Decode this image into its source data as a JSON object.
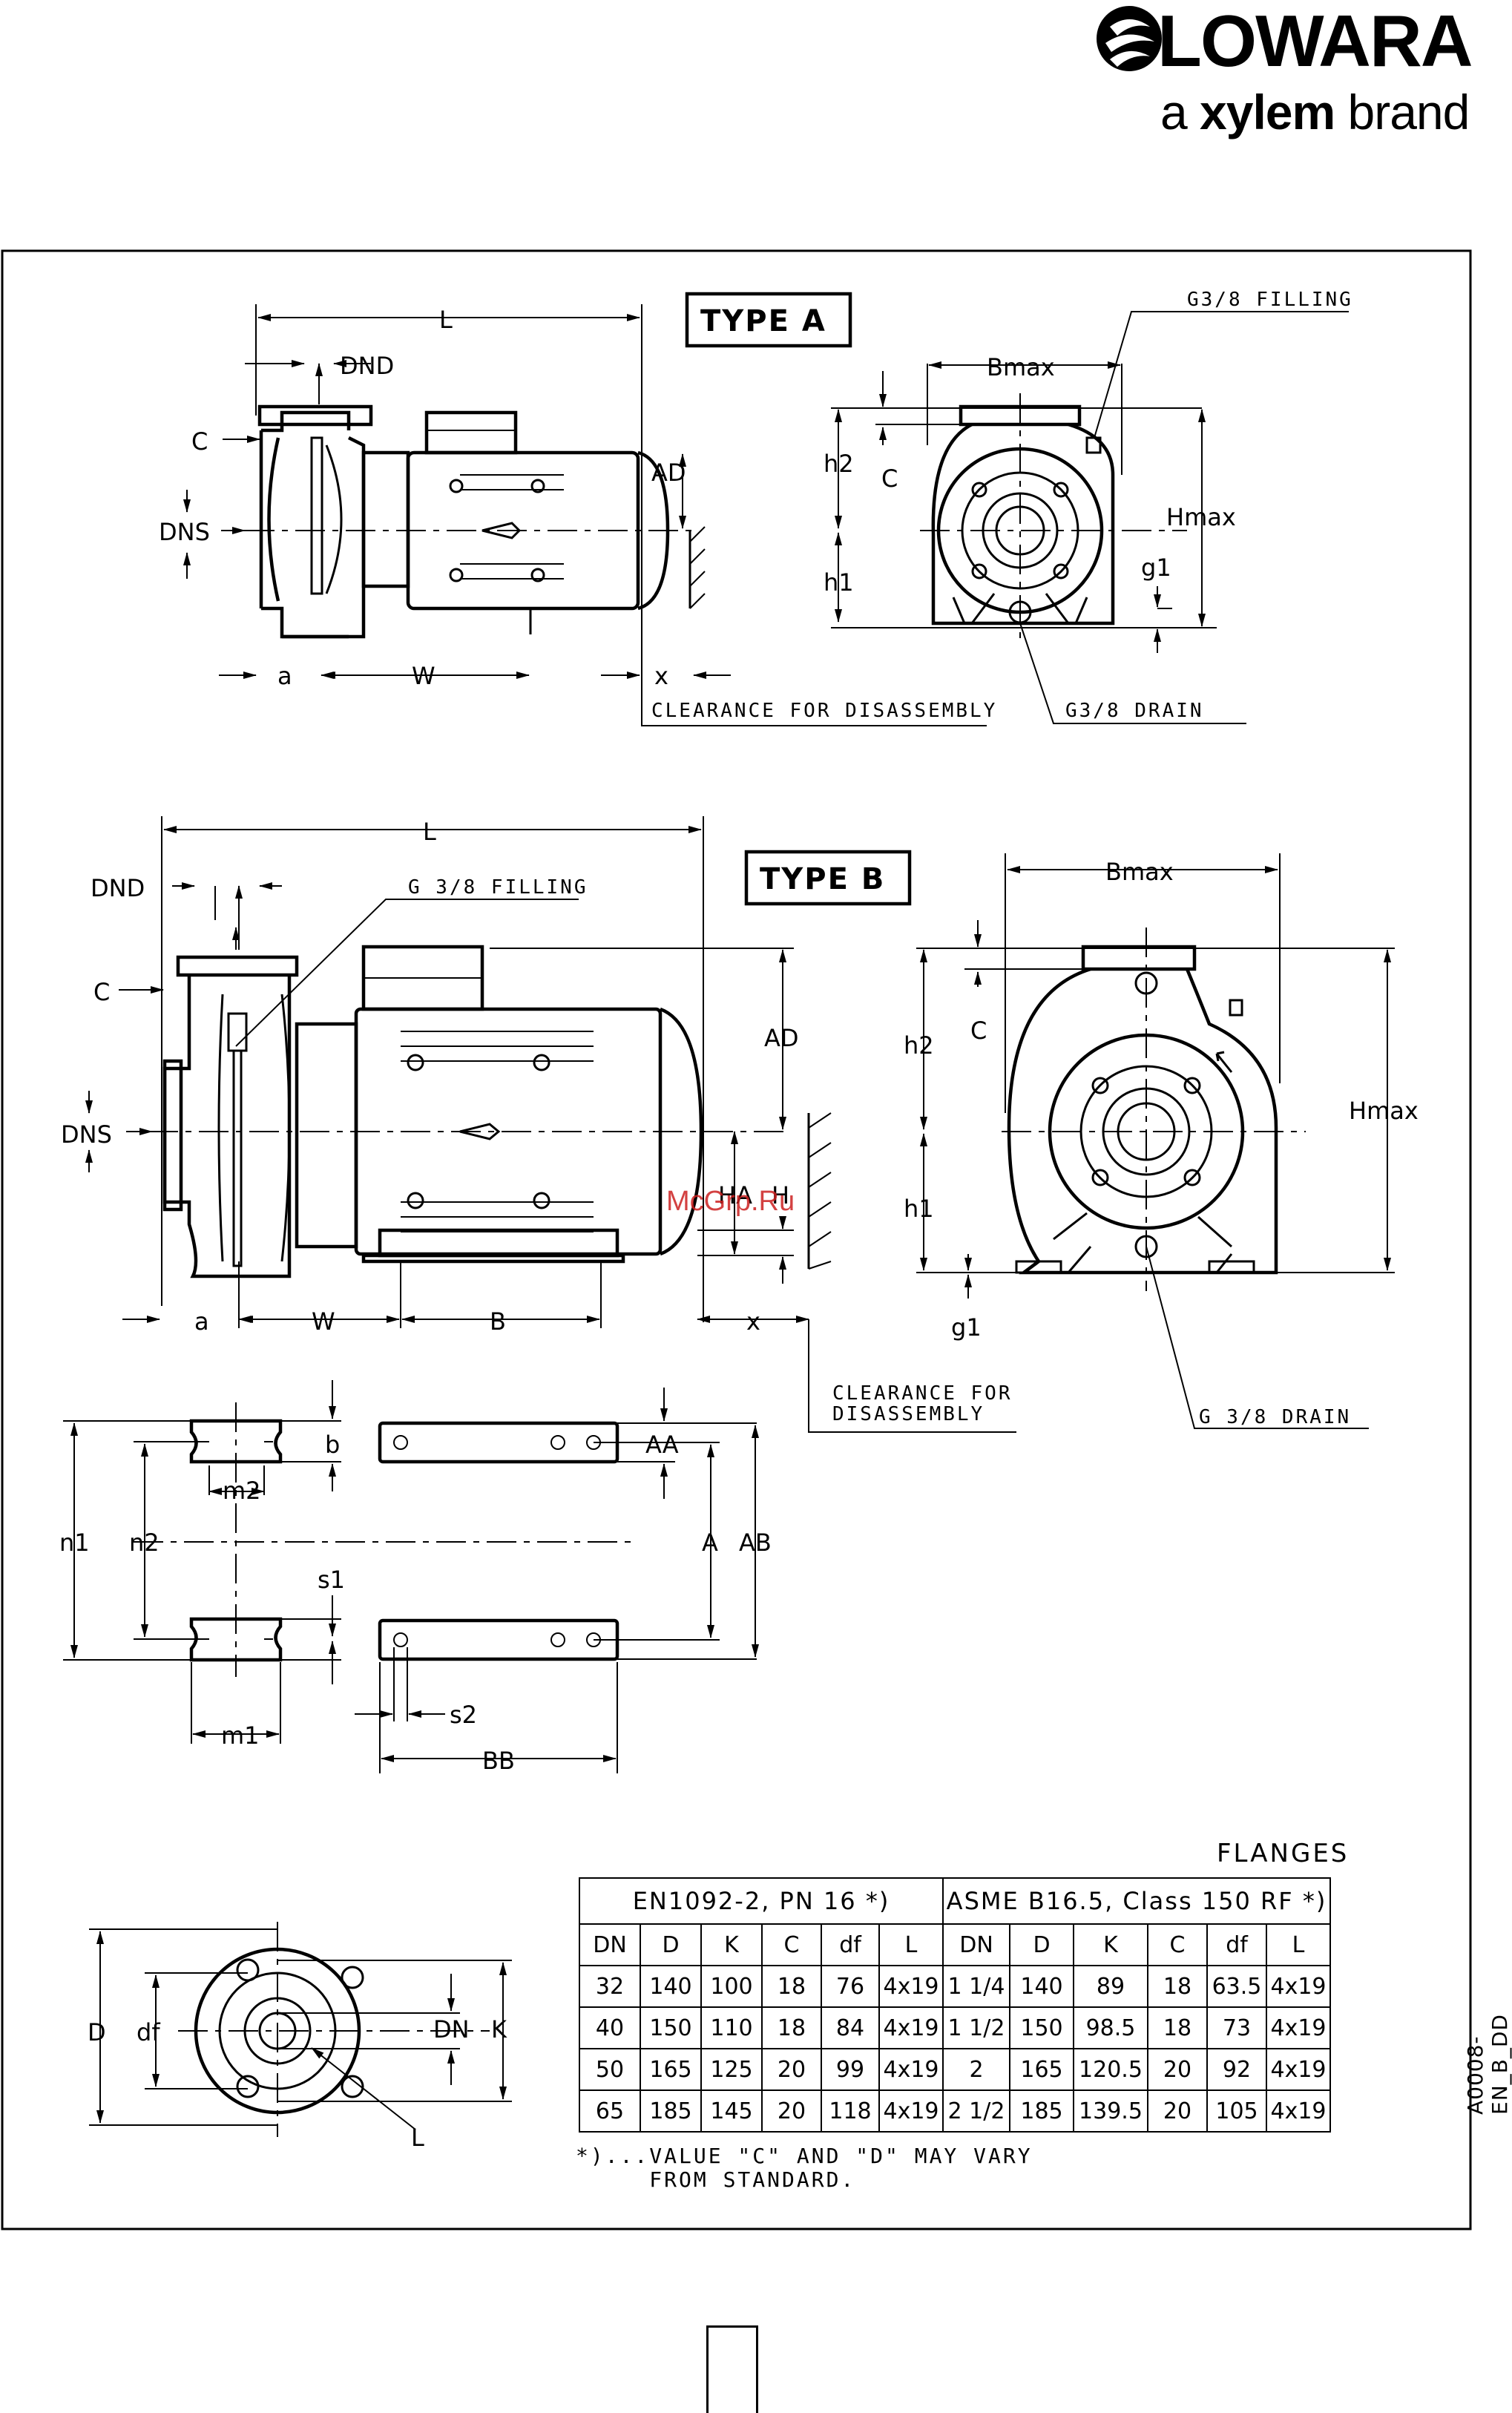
{
  "brand": {
    "name": "LOWARA",
    "tag_pre": "a ",
    "tag_bold": "xylem",
    "tag_post": " brand"
  },
  "watermark": "McGrp.Ru",
  "doc_code": "A0008-EN_B_DD",
  "type_a": {
    "title": "TYPE A",
    "labels": {
      "L": "L",
      "DND": "DND",
      "C": "C",
      "DNS": "DNS",
      "AD": "AD",
      "a": "a",
      "W": "W",
      "x": "x",
      "clearance": "CLEARANCE FOR DISASSEMBLY",
      "filling": "G3/8 FILLING",
      "Bmax": "Bmax",
      "h2": "h2",
      "h1": "h1",
      "Hmax": "Hmax",
      "g1": "g1",
      "drain": "G3/8  DRAIN"
    }
  },
  "type_b": {
    "title": "TYPE B",
    "labels": {
      "L": "L",
      "DND": "DND",
      "filling": "G 3/8 FILLING",
      "C": "C",
      "DNS": "DNS",
      "AD": "AD",
      "HA": "HA",
      "H": "H",
      "a": "a",
      "W": "W",
      "B": "B",
      "x": "x",
      "clearance_1": "CLEARANCE FOR",
      "clearance_2": "DISASSEMBLY",
      "Bmax": "Bmax",
      "h2": "h2",
      "h1": "h1",
      "Hmax": "Hmax",
      "g1": "g1",
      "drain": "G 3/8 DRAIN"
    }
  },
  "base": {
    "labels": {
      "n1": "n1",
      "n2": "n2",
      "b": "b",
      "m2": "m2",
      "s1": "s1",
      "m1": "m1",
      "AA": "AA",
      "A": "A",
      "AB": "AB",
      "s2": "s2",
      "BB": "BB"
    }
  },
  "flange_view": {
    "labels": {
      "D": "D",
      "df": "df",
      "DN": "DN",
      "K": "K",
      "L": "L"
    }
  },
  "flanges": {
    "title": "FLANGES",
    "standard_en": "EN1092-2, PN 16 *)",
    "standard_asme": "ASME B16.5, Class 150 RF *)",
    "headers": [
      "DN",
      "D",
      "K",
      "C",
      "df",
      "L",
      "DN",
      "D",
      "K",
      "C",
      "df",
      "L"
    ],
    "rows": [
      [
        "32",
        "140",
        "100",
        "18",
        "76",
        "4x19",
        "1 1/4",
        "140",
        "89",
        "18",
        "63.5",
        "4x19"
      ],
      [
        "40",
        "150",
        "110",
        "18",
        "84",
        "4x19",
        "1 1/2",
        "150",
        "98.5",
        "18",
        "73",
        "4x19"
      ],
      [
        "50",
        "165",
        "125",
        "20",
        "99",
        "4x19",
        "2",
        "165",
        "120.5",
        "20",
        "92",
        "4x19"
      ],
      [
        "65",
        "185",
        "145",
        "20",
        "118",
        "4x19",
        "2 1/2",
        "185",
        "139.5",
        "20",
        "105",
        "4x19"
      ]
    ],
    "footnote_1": "*)...VALUE \"C\" AND \"D\" MAY VARY",
    "footnote_2": "     FROM STANDARD."
  }
}
